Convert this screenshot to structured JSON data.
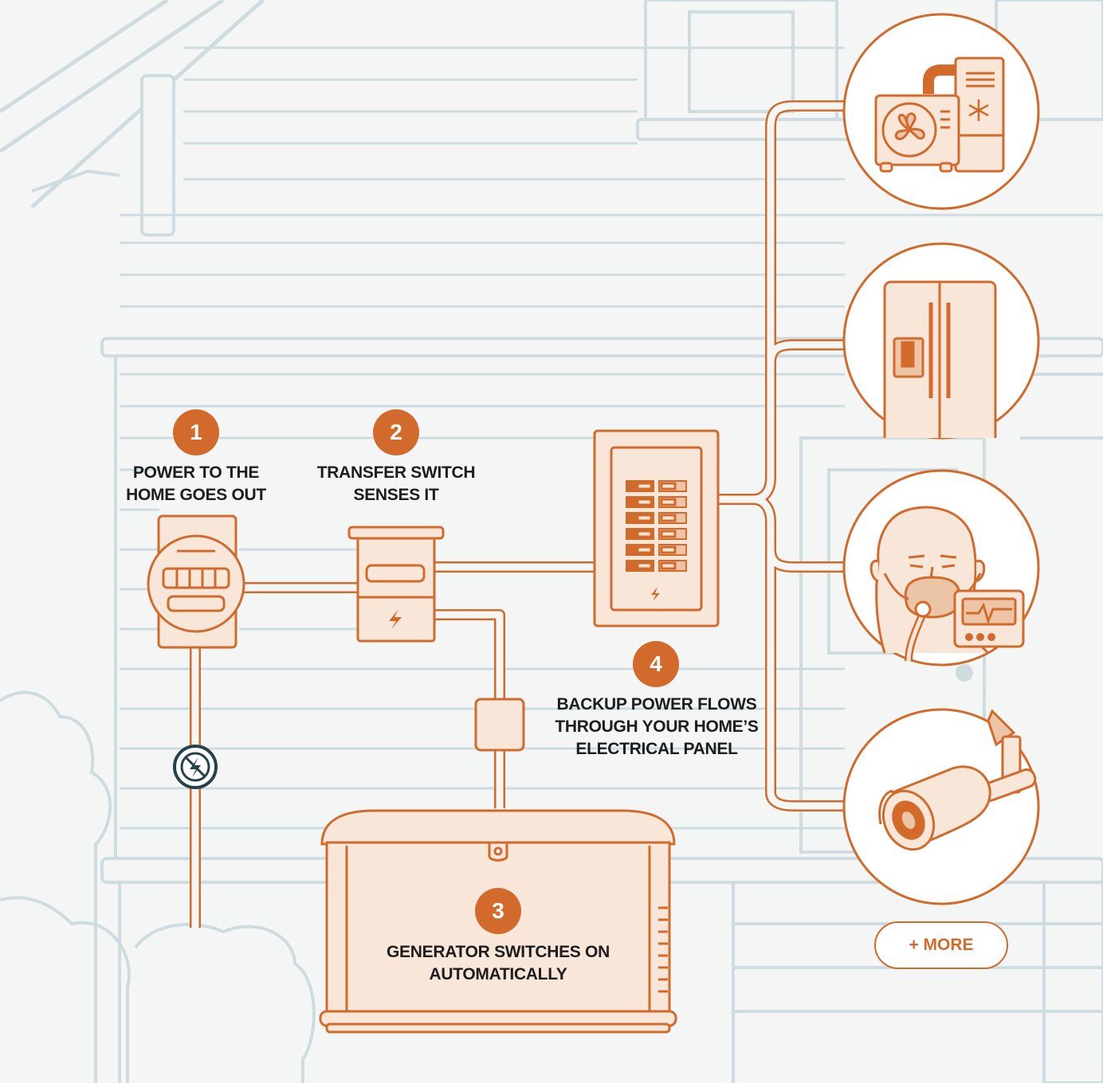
{
  "colors": {
    "accent": "#d26a2c",
    "fill": "#f8e6d8",
    "fill_dark": "#ecc4a6",
    "text": "#1d1d1d",
    "house_line": "#cfdcdf",
    "background": "#f4f6f6",
    "icon_dark": "#26414a"
  },
  "steps": [
    {
      "number": "1",
      "label": "POWER TO THE\nHOME GOES OUT"
    },
    {
      "number": "2",
      "label": "TRANSFER SWITCH\nSENSES IT"
    },
    {
      "number": "3",
      "label": "GENERATOR SWITCHES ON\nAUTOMATICALLY"
    },
    {
      "number": "4",
      "label": "BACKUP POWER FLOWS\nTHROUGH YOUR HOME’S\nELECTRICAL PANEL"
    }
  ],
  "more_button": {
    "label": "+ MORE"
  },
  "icons": {
    "meter": "electric-meter-icon",
    "outage": "no-power-icon",
    "transfer_switch": "transfer-switch-icon",
    "junction": "junction-box-icon",
    "panel": "electrical-panel-icon",
    "generator": "standby-generator-icon",
    "appliances": [
      "hvac-icon",
      "refrigerator-icon",
      "oxygen-mask-icon",
      "security-camera-icon"
    ]
  }
}
